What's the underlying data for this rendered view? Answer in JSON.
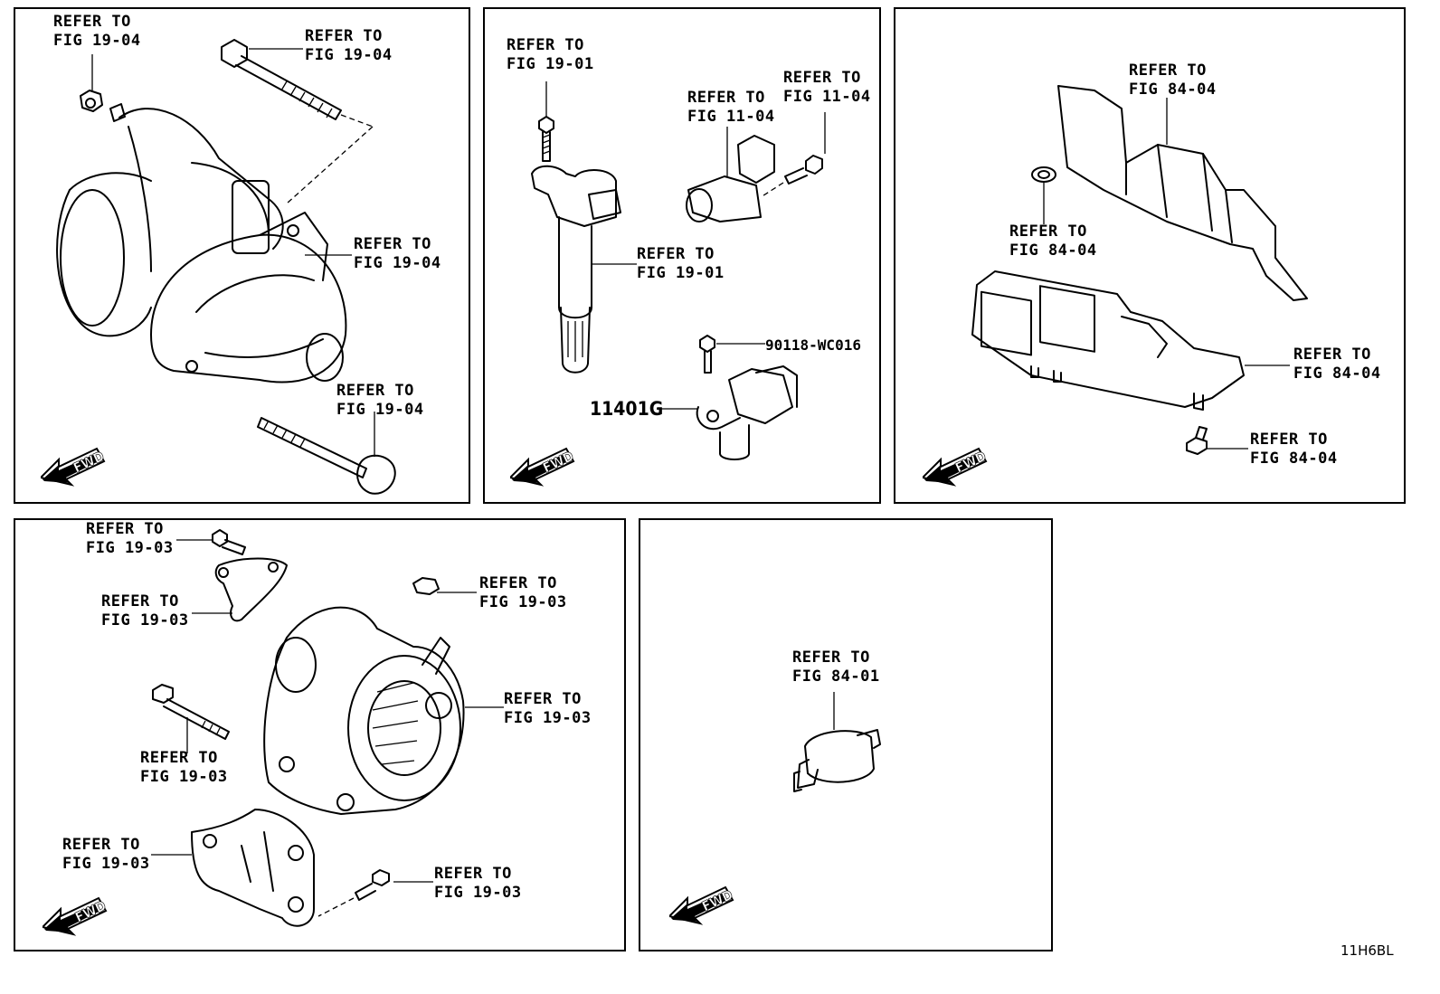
{
  "panels": [
    {
      "id": "starter",
      "callouts": [
        {
          "line1": "REFER TO",
          "line2": "FIG 19-04"
        },
        {
          "line1": "REFER TO",
          "line2": "FIG 19-04"
        },
        {
          "line1": "REFER TO",
          "line2": "FIG 19-04"
        },
        {
          "line1": "REFER TO",
          "line2": "FIG 19-04"
        }
      ],
      "fwd": "FWD"
    },
    {
      "id": "ignition",
      "callouts": [
        {
          "line1": "REFER TO",
          "line2": "FIG 19-01"
        },
        {
          "line1": "REFER TO",
          "line2": "FIG 11-04"
        },
        {
          "line1": "REFER TO",
          "line2": "FIG 11-04"
        },
        {
          "line1": "REFER TO",
          "line2": "FIG 19-01"
        }
      ],
      "part_numbers": [
        "90118-WC016",
        "11401G"
      ],
      "fwd": "FWD"
    },
    {
      "id": "ecu",
      "callouts": [
        {
          "line1": "REFER TO",
          "line2": "FIG 84-04"
        },
        {
          "line1": "REFER TO",
          "line2": "FIG 84-04"
        },
        {
          "line1": "REFER TO",
          "line2": "FIG 84-04"
        },
        {
          "line1": "REFER TO",
          "line2": "FIG 84-04"
        }
      ],
      "fwd": "FWD"
    },
    {
      "id": "alternator",
      "callouts": [
        {
          "line1": "REFER TO",
          "line2": "FIG 19-03"
        },
        {
          "line1": "REFER TO",
          "line2": "FIG 19-03"
        },
        {
          "line1": "REFER TO",
          "line2": "FIG 19-03"
        },
        {
          "line1": "REFER TO",
          "line2": "FIG 19-03"
        },
        {
          "line1": "REFER TO",
          "line2": "FIG 19-03"
        },
        {
          "line1": "REFER TO",
          "line2": "FIG 19-03"
        },
        {
          "line1": "REFER TO",
          "line2": "FIG 19-03"
        }
      ],
      "fwd": "FWD"
    },
    {
      "id": "oil-pressure-switch",
      "callouts": [
        {
          "line1": "REFER TO",
          "line2": "FIG 84-01"
        }
      ],
      "fwd": "FWD"
    }
  ],
  "diagram_code": "11H6BL"
}
